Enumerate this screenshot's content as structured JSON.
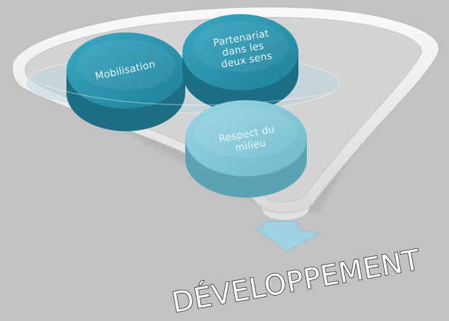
{
  "diagram": {
    "inputs": [
      {
        "lines": [
          "Mobilisation"
        ]
      },
      {
        "lines": [
          "Partenariat",
          "dans les",
          "deux sens"
        ]
      },
      {
        "lines": [
          "Respect du",
          "milieu"
        ]
      }
    ],
    "output": "DÉVELOPPEMENT"
  },
  "colors": {
    "background": "#c2c2c2",
    "disc_dark": "#2b93ad",
    "disc_light": "#7fc6d6",
    "arrow": "#9fd2e2",
    "funnel_rim": "#f2f2f2"
  }
}
